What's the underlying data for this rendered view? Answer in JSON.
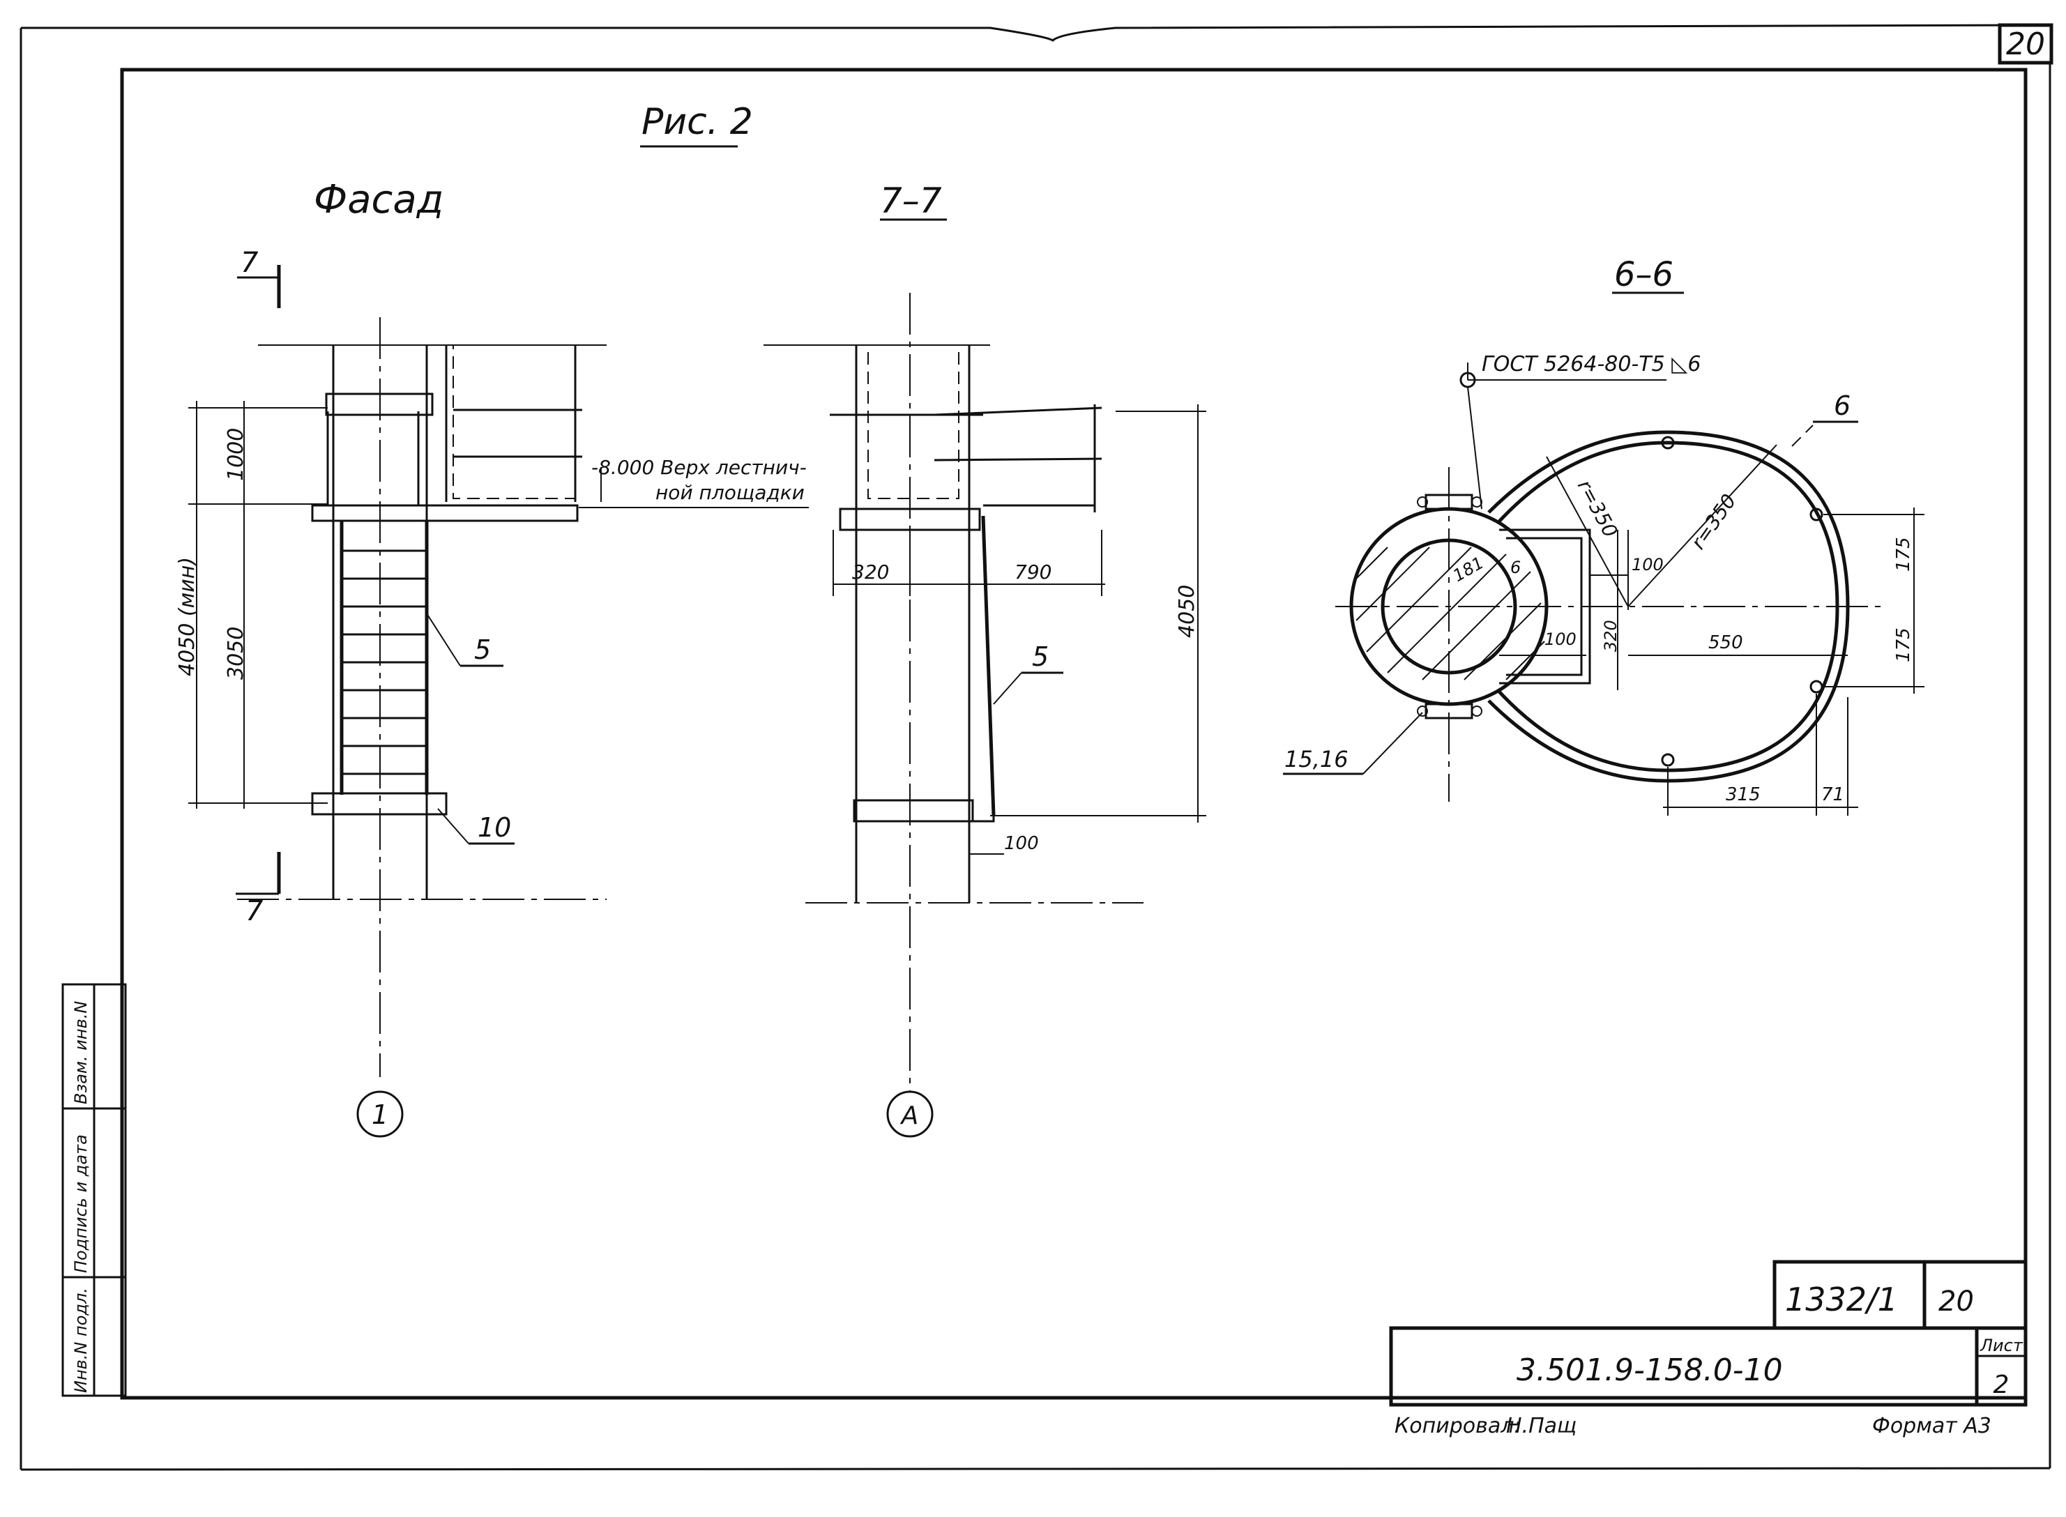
{
  "sheet": {
    "page_number": "20",
    "figure_title": "Рис. 2",
    "drawing_code": "3.501.9-158.0-10",
    "archive_number": "1332/1",
    "archive_page": "20",
    "sheet_label": "Лист",
    "sheet_number": "2",
    "copied_by_label": "Копировал:",
    "copied_by_signature": "Н.Пащ",
    "format_label": "Формат А3",
    "side_stamp": [
      "Инв.N подл.",
      "Подпись и дата",
      "Взам. инв.N"
    ]
  },
  "views": {
    "facade": {
      "title": "Фасад",
      "section_mark": "7",
      "dims": [
        "1000",
        "4050 (мин)",
        "3050"
      ],
      "callouts": [
        "5",
        "10"
      ],
      "elevation_note_1": "-8.000 Верх лестнич-",
      "elevation_note_2": "ной площадки",
      "axis_label": "1"
    },
    "section_7_7": {
      "title": "7–7",
      "dims": [
        "320",
        "790",
        "4050",
        "100"
      ],
      "callouts": [
        "5"
      ],
      "axis_label": "A"
    },
    "section_6_6": {
      "title": "6–6",
      "weld_note": "ГОСТ 5264-80-Т5 ◺6",
      "dims": [
        "r=350",
        "r=350",
        "181",
        "6",
        "100",
        "100",
        "320",
        "550",
        "175",
        "175",
        "315",
        "71"
      ],
      "callouts": [
        "6",
        "15,16"
      ]
    }
  }
}
